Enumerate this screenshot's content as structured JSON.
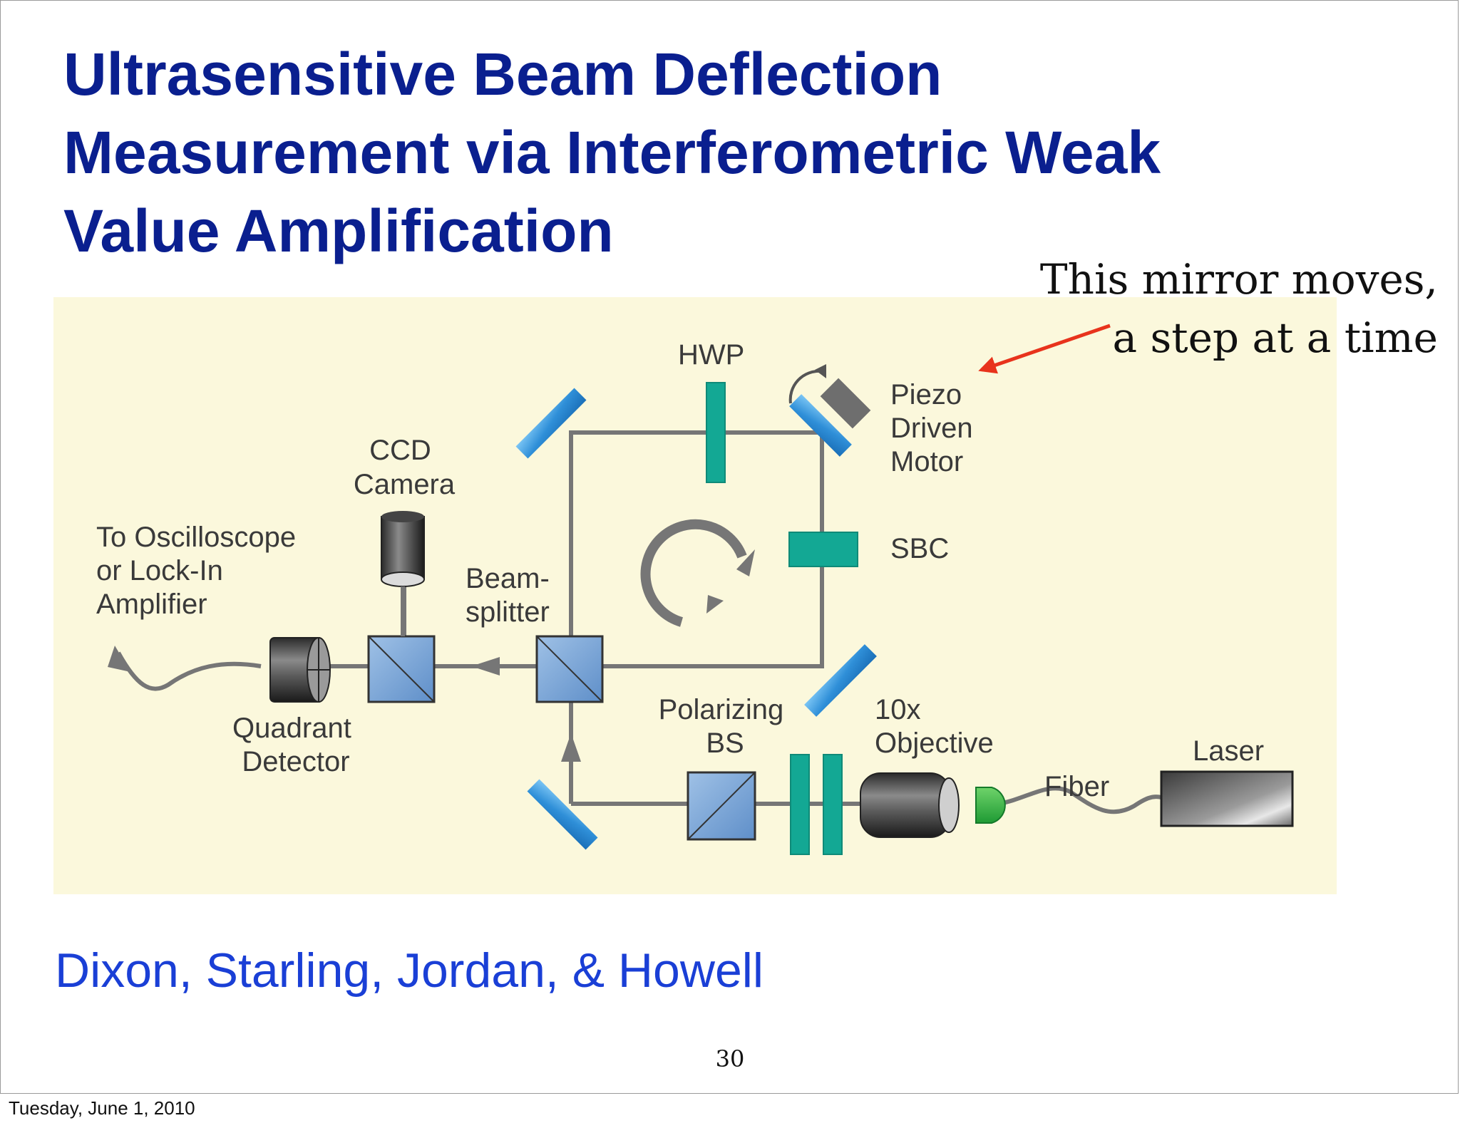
{
  "slide": {
    "title_lines": [
      "Ultrasensitive Beam Deflection",
      "Measurement via Interferometric Weak",
      "Value Amplification"
    ],
    "annotation_lines": [
      "This mirror moves,",
      "a step at a time"
    ],
    "authors": "Dixon, Starling, Jordan, & Howell",
    "page_number": "30",
    "date_footer": "Tuesday, June 1, 2010"
  },
  "diagram": {
    "labels": {
      "hwp": "HWP",
      "piezo_lines": [
        "Piezo",
        "Driven",
        "Motor"
      ],
      "ccd_lines": [
        "CCD",
        "Camera"
      ],
      "sbc": "SBC",
      "oscilloscope_lines": [
        "To Oscilloscope",
        "or Lock-In",
        "Amplifier"
      ],
      "beamsplitter_lines": [
        "Beam-",
        "splitter"
      ],
      "quadrant_lines": [
        "Quadrant",
        "Detector"
      ],
      "polarizing_lines": [
        "Polarizing",
        "BS"
      ],
      "objective_lines": [
        "10x",
        "Objective"
      ],
      "laser": "Laser",
      "fiber": "Fiber"
    },
    "colors": {
      "panel_background": "#fbf8dc",
      "beam": "#767676",
      "mirror": "#2f8fd8",
      "waveplate": "#13a894",
      "annotation_arrow": "#e8331c",
      "title": "#0a1f8f",
      "authors": "#1a3fd6"
    }
  }
}
